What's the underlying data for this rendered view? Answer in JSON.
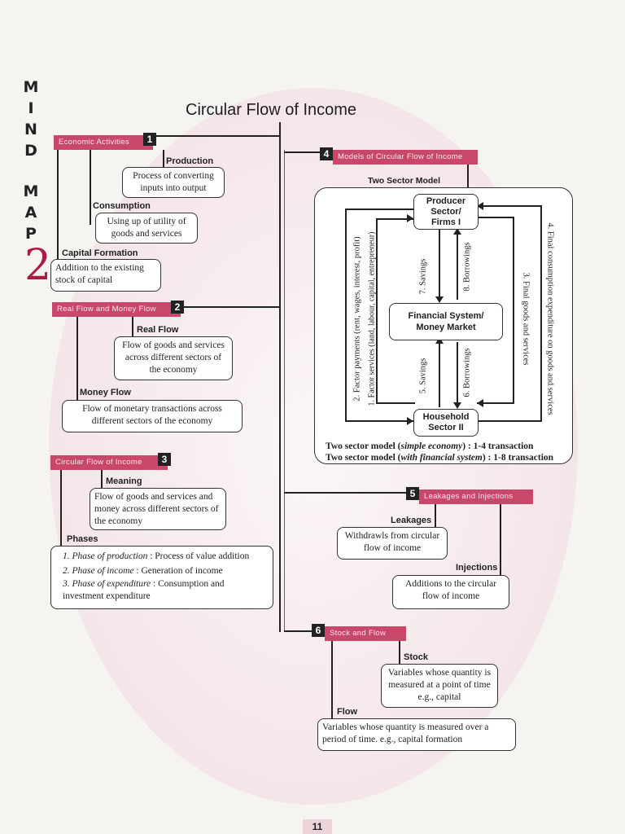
{
  "side_text": [
    "M",
    "I",
    "N",
    "D",
    "M",
    "A",
    "P"
  ],
  "side_number": "2",
  "title": "Circular Flow of Income",
  "page_number": "11",
  "sections": {
    "s1": {
      "number": "1",
      "heading": "Economic Activities",
      "production_label": "Production",
      "production_text": "Process of converting inputs into output",
      "consumption_label": "Consumption",
      "consumption_text": "Using up of utility of goods and services",
      "capital_label": "Capital Formation",
      "capital_text": "Addition to the existing stock of capital"
    },
    "s2": {
      "number": "2",
      "heading": "Real Flow and Money Flow",
      "real_label": "Real Flow",
      "real_text": "Flow of goods and services across different sectors of the economy",
      "money_label": "Money Flow",
      "money_text": "Flow of monetary transactions across different sectors of the economy"
    },
    "s3": {
      "number": "3",
      "heading": "Circular Flow of Income",
      "meaning_label": "Meaning",
      "meaning_text": "Flow of goods and services and money across different sectors of the economy",
      "phases_label": "Phases",
      "phases": [
        {
          "name": "1. Phase of production",
          "desc": ": Process of value addition"
        },
        {
          "name": "2. Phase of income",
          "desc": ": Generation of income"
        },
        {
          "name": "3. Phase of expenditure",
          "desc": ": Consumption and investment expenditure"
        }
      ]
    },
    "s4": {
      "number": "4",
      "heading": "Models of Circular Flow of Income",
      "subheading": "Two Sector Model",
      "producer": "Producer Sector/ Firms I",
      "financial": "Financial System/ Money Market",
      "household": "Household Sector II",
      "arrows": {
        "a1": "1. Factor services (land, labour, capital, entrepreneur)",
        "a2": "2. Factor payments (rent, wages, interest, profit)",
        "a3": "3. Final goods and services",
        "a4": "4. Final consumption expenditure on goods and services",
        "a5": "5. Savings",
        "a6": "6. Borrowings",
        "a7": "7. Savings",
        "a8": "8. Borrowings"
      },
      "note1_prefix": "Two sector model (",
      "note1_em": "simple economy",
      "note1_suffix": ") : 1-4 transaction",
      "note2_prefix": "Two sector model (",
      "note2_em": "with financial system",
      "note2_suffix": ") : 1-8 transaction"
    },
    "s5": {
      "number": "5",
      "heading": "Leakages and Injections",
      "leak_label": "Leakages",
      "leak_text": "Withdrawls from circular flow of income",
      "inj_label": "Injections",
      "inj_text": "Additions to the circular flow of income"
    },
    "s6": {
      "number": "6",
      "heading": "Stock and Flow",
      "stock_label": "Stock",
      "stock_text": "Variables whose quantity is measured at a point of time e.g., capital",
      "flow_label": "Flow",
      "flow_text": "Variables whose quantity is measured over a period of time. e.g., capital formation"
    }
  },
  "colors": {
    "accent": "#c8476b",
    "big_number": "#a81d40"
  }
}
